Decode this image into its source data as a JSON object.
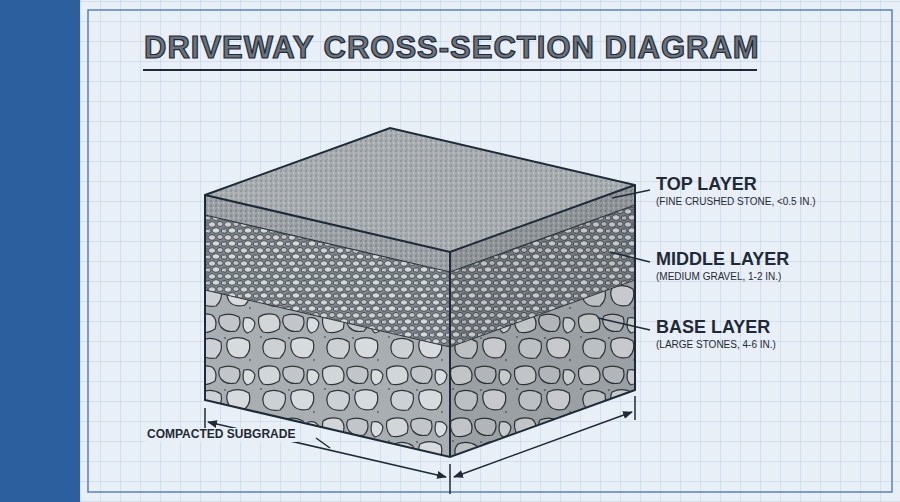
{
  "diagram": {
    "title": "DRIVEWAY CROSS-SECTION DIAGRAM",
    "labels": [
      "TOP LAYER",
      "(FINE CRUSHED STONE, <0.5 IN.)",
      "MIDDLE LAYER",
      "(MEDIUM GRAVEL, 1-2 IN.)",
      "BASE LAYER",
      "(LARGE STONES, 4-6 IN.)",
      "COMPACTED SUBGRADE"
    ]
  }
}
